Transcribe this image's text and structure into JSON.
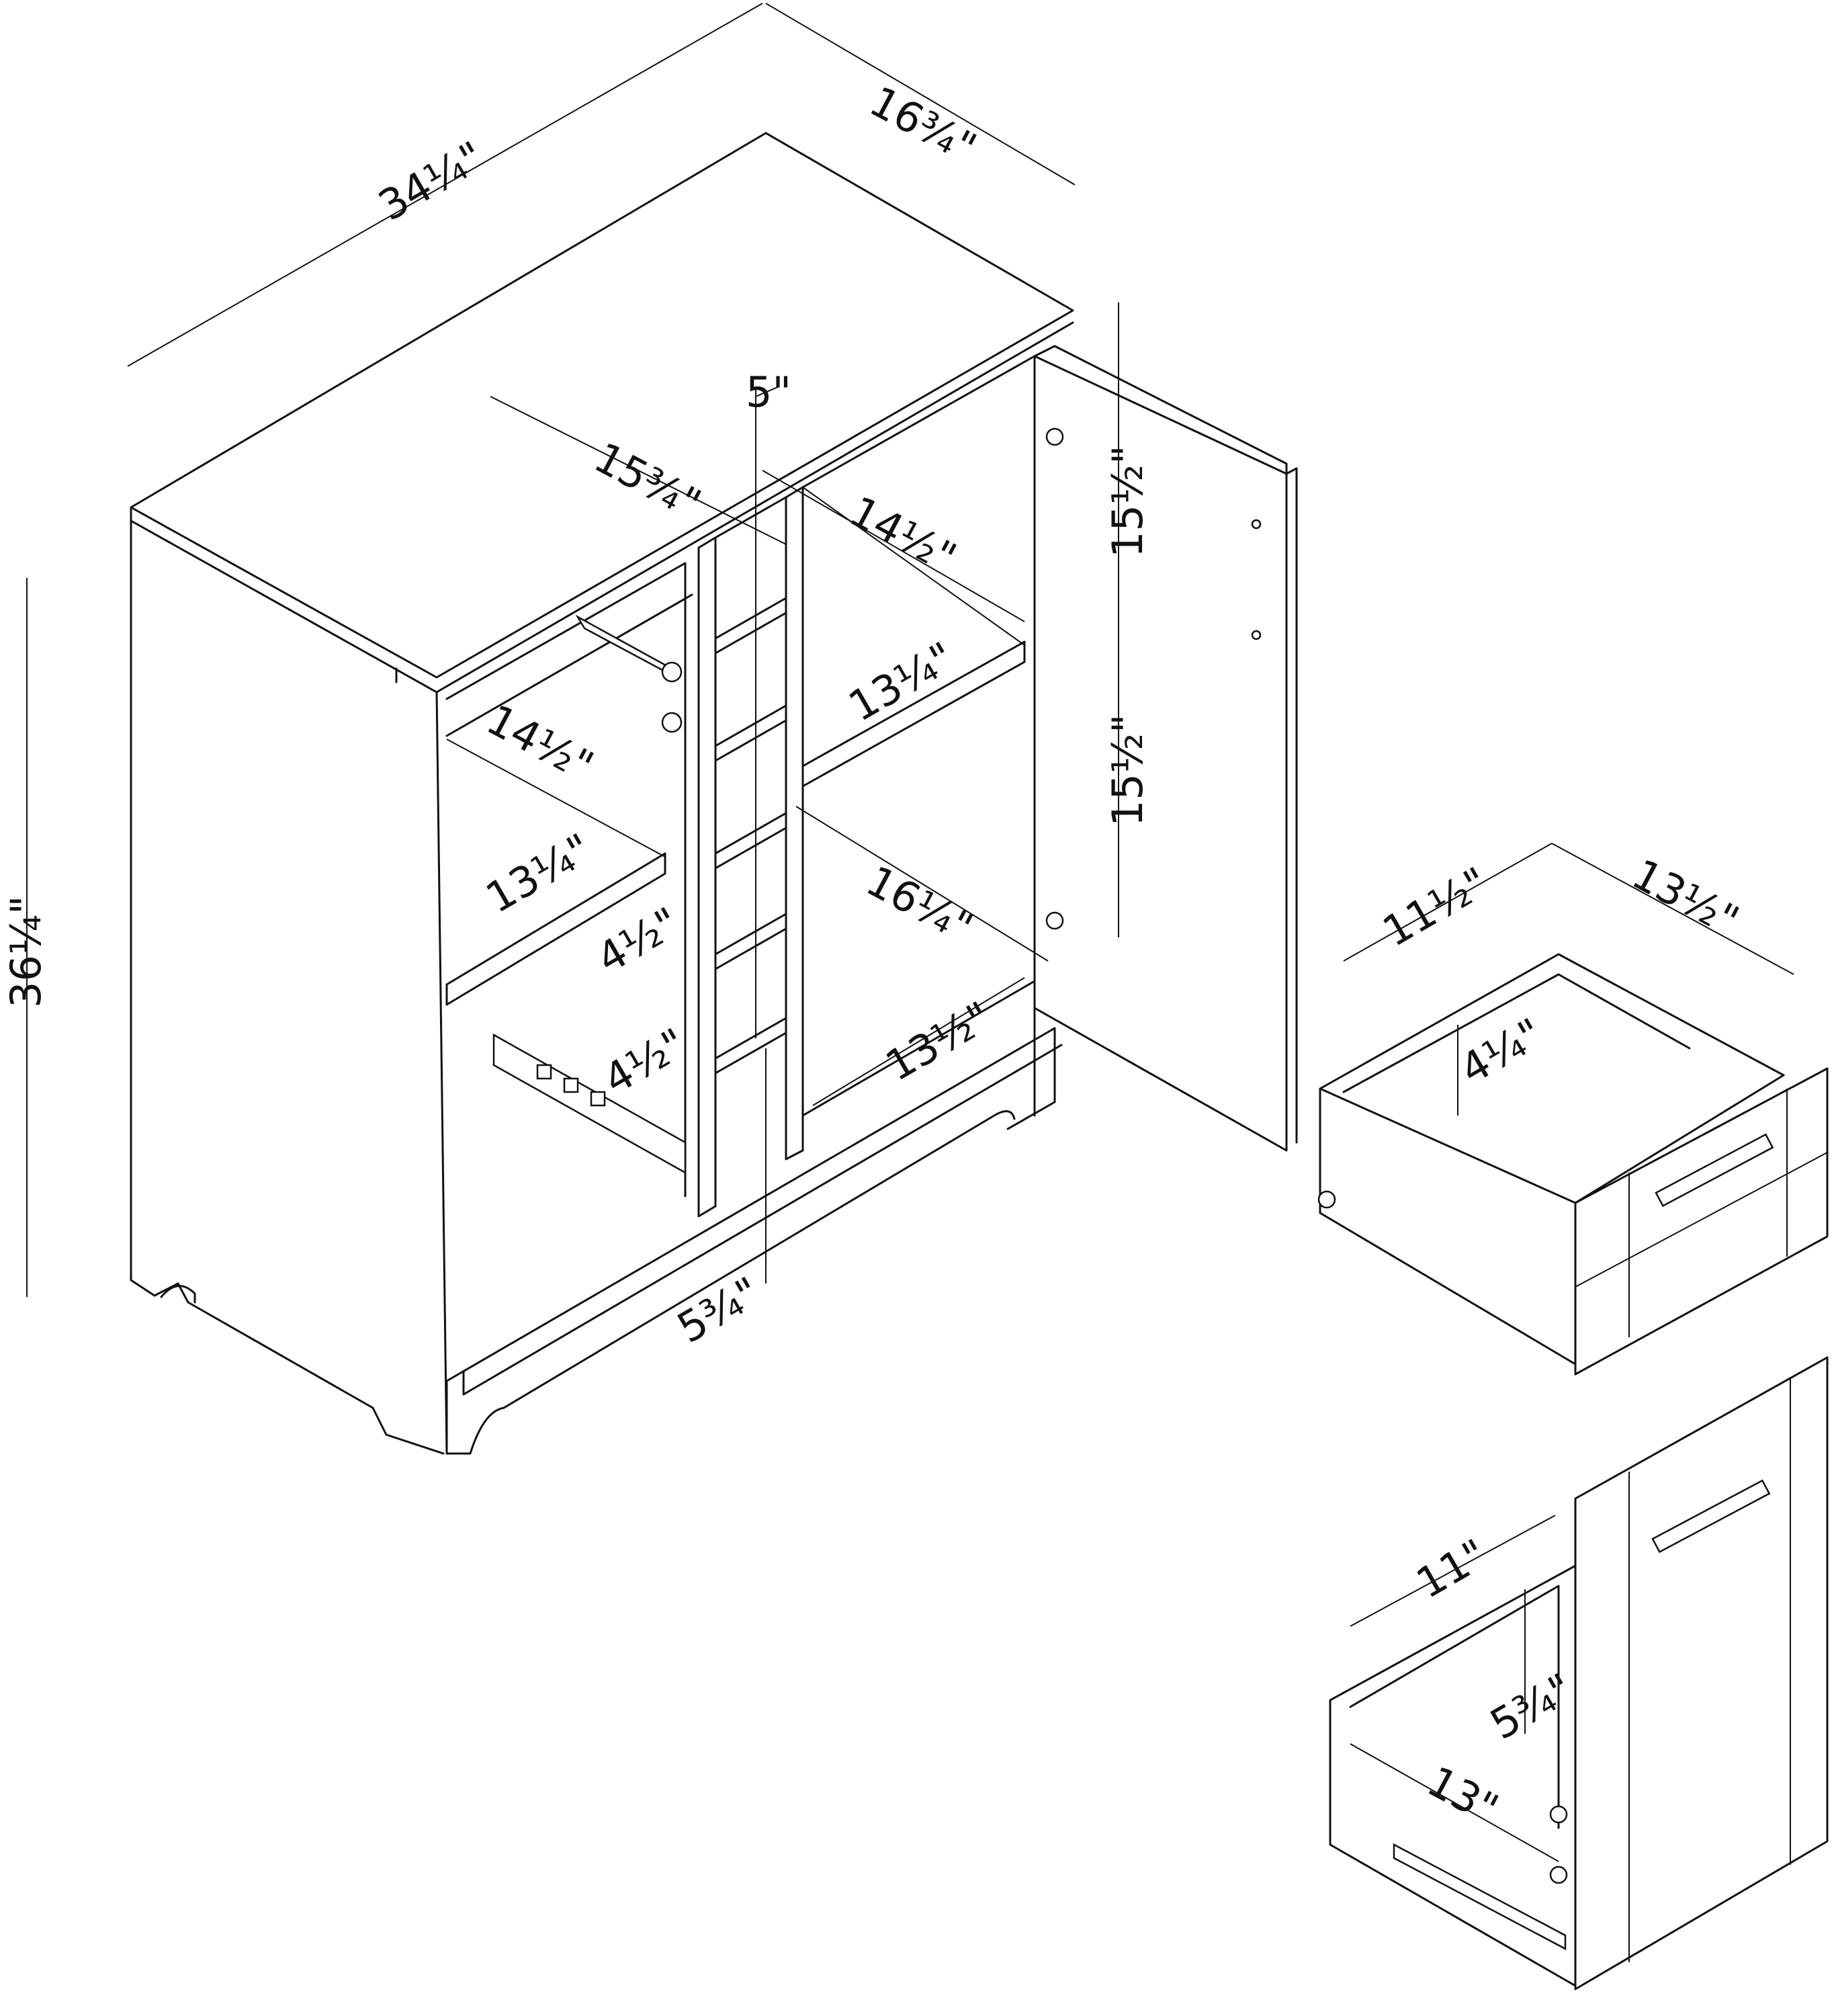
{
  "cabinet": {
    "width": "34¼\"",
    "depth": "16¾\"",
    "height": "36¼\"",
    "left_upper_shelf_depth": "15¾\"",
    "left_shelf_width": "14½\"",
    "left_lower_shelf_depth": "13¼\"",
    "divider_cubby_width": "5\"",
    "cubby_height_1": "4½\"",
    "cubby_height_2": "4½\"",
    "bottom_cubby_height": "5¾\"",
    "right_shelf_width": "14½\"",
    "right_shelf_depth": "13¼\"",
    "right_upper_height": "15½\"",
    "right_lower_height": "15½\"",
    "right_interior_depth": "16¼\"",
    "right_bottom_width": "13½\""
  },
  "drawer_small": {
    "width": "11½\"",
    "depth": "13½\"",
    "height": "4¼\""
  },
  "drawer_large": {
    "width": "11\"",
    "height": "5¾\"",
    "depth": "13\""
  }
}
